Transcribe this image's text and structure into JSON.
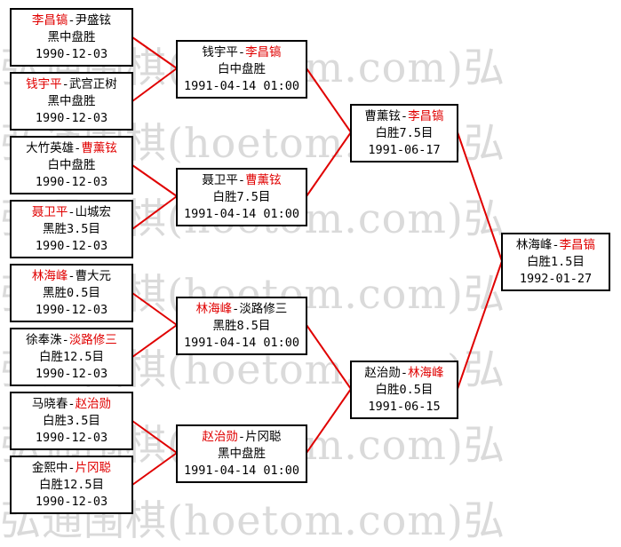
{
  "watermark": "弘通围棋(hoetom.com)弘",
  "bracket": {
    "round1": [
      {
        "p1": "李昌镐",
        "p2": "尹盛铉",
        "winner": 1,
        "result": "黑中盘胜",
        "date": "1990-12-03"
      },
      {
        "p1": "钱宇平",
        "p2": "武宫正树",
        "winner": 1,
        "result": "黑中盘胜",
        "date": "1990-12-03"
      },
      {
        "p1": "大竹英雄",
        "p2": "曹薰铉",
        "winner": 2,
        "result": "白中盘胜",
        "date": "1990-12-03"
      },
      {
        "p1": "聂卫平",
        "p2": "山城宏",
        "winner": 1,
        "result": "黑胜3.5目",
        "date": "1990-12-03"
      },
      {
        "p1": "林海峰",
        "p2": "曹大元",
        "winner": 1,
        "result": "黑胜0.5目",
        "date": "1990-12-03"
      },
      {
        "p1": "徐奉洙",
        "p2": "淡路修三",
        "winner": 2,
        "result": "白胜12.5目",
        "date": "1990-12-03"
      },
      {
        "p1": "马晓春",
        "p2": "赵治勋",
        "winner": 2,
        "result": "白胜3.5目",
        "date": "1990-12-03"
      },
      {
        "p1": "金熙中",
        "p2": "片冈聪",
        "winner": 2,
        "result": "白胜12.5目",
        "date": "1990-12-03"
      }
    ],
    "round2": [
      {
        "p1": "钱宇平",
        "p2": "李昌镐",
        "winner": 2,
        "result": "白中盘胜",
        "date": "1991-04-14 01:00"
      },
      {
        "p1": "聂卫平",
        "p2": "曹薰铉",
        "winner": 2,
        "result": "白胜7.5目",
        "date": "1991-04-14 01:00"
      },
      {
        "p1": "林海峰",
        "p2": "淡路修三",
        "winner": 1,
        "result": "黑胜8.5目",
        "date": "1991-04-14 01:00"
      },
      {
        "p1": "赵治勋",
        "p2": "片冈聪",
        "winner": 1,
        "result": "黑中盘胜",
        "date": "1991-04-14 01:00"
      }
    ],
    "round3": [
      {
        "p1": "曹薰铉",
        "p2": "李昌镐",
        "winner": 2,
        "result": "白胜7.5目",
        "date": "1991-06-17"
      },
      {
        "p1": "赵治勋",
        "p2": "林海峰",
        "winner": 2,
        "result": "白胜0.5目",
        "date": "1991-06-15"
      }
    ],
    "final": [
      {
        "p1": "林海峰",
        "p2": "李昌镐",
        "winner": 2,
        "result": "白胜1.5目",
        "date": "1992-01-27"
      }
    ]
  },
  "colors": {
    "winner": "#e00000",
    "connector": "#e00000",
    "border": "#000000"
  }
}
